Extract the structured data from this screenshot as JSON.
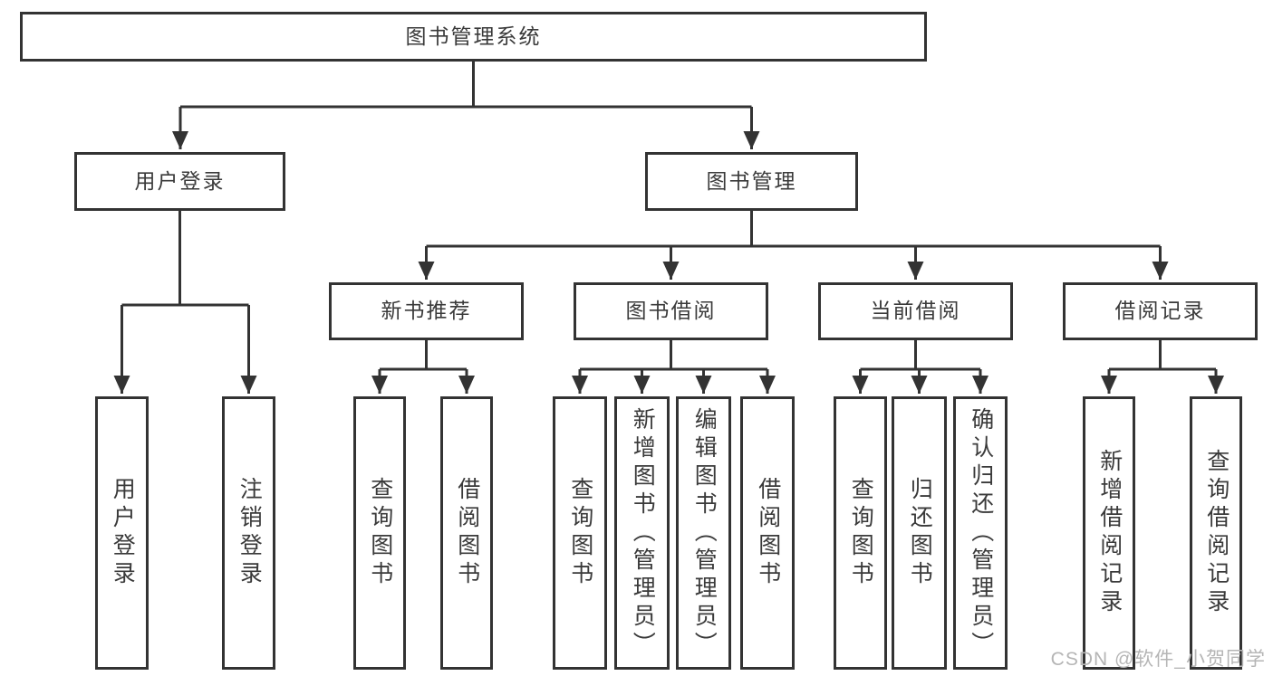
{
  "diagram_title": "图书管理系统",
  "tree": {
    "root": {
      "label": "图书管理系统"
    },
    "children": [
      {
        "label": "用户登录",
        "children": [
          {
            "label": "用户登录"
          },
          {
            "label": "注销登录"
          }
        ]
      },
      {
        "label": "图书管理",
        "children": [
          {
            "label": "新书推荐",
            "children": [
              {
                "label": "查询图书"
              },
              {
                "label": "借阅图书"
              }
            ]
          },
          {
            "label": "图书借阅",
            "children": [
              {
                "label": "查询图书"
              },
              {
                "label": "新增图书（管理员）"
              },
              {
                "label": "编辑图书（管理员）"
              },
              {
                "label": "借阅图书"
              }
            ]
          },
          {
            "label": "当前借阅",
            "children": [
              {
                "label": "查询图书"
              },
              {
                "label": "归还图书"
              },
              {
                "label": "确认归还（管理员）"
              }
            ]
          },
          {
            "label": "借阅记录",
            "children": [
              {
                "label": "新增借阅记录"
              },
              {
                "label": "查询借阅记录"
              }
            ]
          }
        ]
      }
    ]
  },
  "watermark": {
    "text": "CSDN @软件_小贺同学",
    "color": "#b5b5b5"
  },
  "colors": {
    "line": "#333333",
    "box_border": "#333333",
    "text": "#3a3a3a",
    "background": "#ffffff"
  }
}
